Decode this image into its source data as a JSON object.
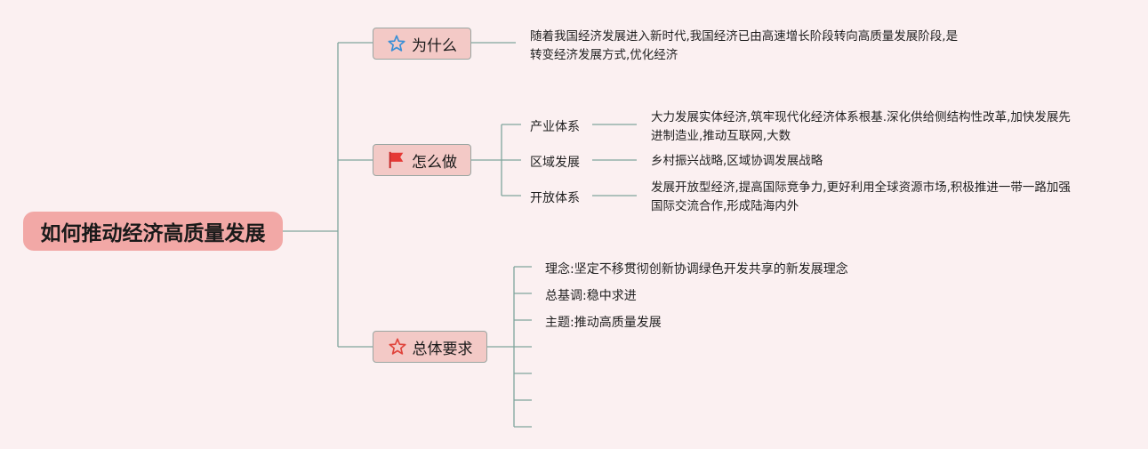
{
  "root": {
    "label": "如何推动经济高质量发展"
  },
  "branches": [
    {
      "label": "为什么",
      "icon": "star-outline-blue-icon",
      "description": [
        "随着我国经济发展进入新时代,我国经济已由高速增长阶段转向高质量发展阶段,是",
        "转变经济发展方式,优化经济"
      ]
    },
    {
      "label": "怎么做",
      "icon": "red-flag-icon",
      "children": [
        {
          "label": "产业体系",
          "text": [
            "大力发展实体经济,筑牢现代化经济体系根基.深化供给侧结构性改革,加快发展先",
            "进制造业,推动互联网,大数"
          ]
        },
        {
          "label": "区域发展",
          "text": [
            "乡村振兴战略,区域协调发展战略"
          ]
        },
        {
          "label": "开放体系",
          "text": [
            "发展开放型经济,提高国际竞争力,更好利用全球资源市场,积极推进一带一路加强",
            "国际交流合作,形成陆海内外"
          ]
        }
      ]
    },
    {
      "label": "总体要求",
      "icon": "star-outline-red-icon",
      "children": [
        {
          "label": "理念:坚定不移贯彻创新协调绿色开发共享的新发展理念"
        },
        {
          "label": "总基调:稳中求进"
        },
        {
          "label": "主题:推动高质量发展"
        },
        {
          "label": ""
        },
        {
          "label": ""
        },
        {
          "label": ""
        },
        {
          "label": ""
        }
      ]
    }
  ],
  "colors": {
    "background": "#fbf0f1",
    "root_fill": "#f2a8a6",
    "branch_fill": "#f3c9c6",
    "connector": "#7fa59c",
    "flag": "#e53935",
    "star_blue": "#3a8fd6",
    "star_red": "#e0443c"
  }
}
